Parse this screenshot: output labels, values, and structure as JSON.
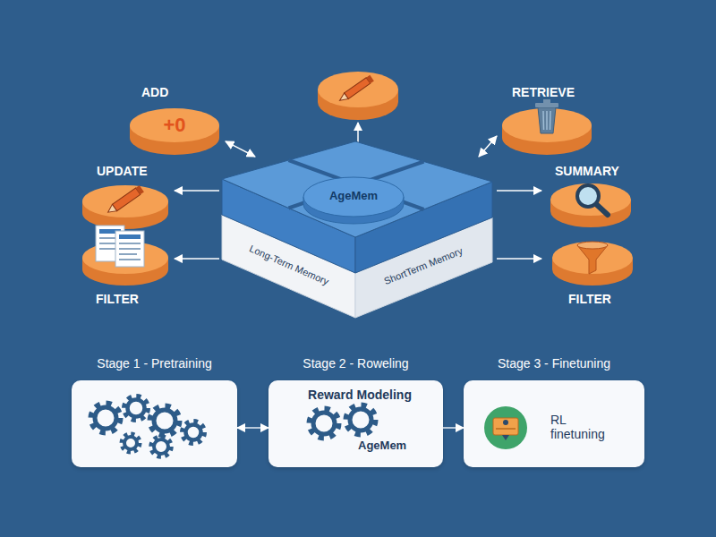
{
  "diagram": {
    "nodes": [
      {
        "text": [
          "ADD",
          "+0"
        ]
      },
      {
        "text": [
          "RETRIEVE"
        ]
      },
      {
        "text": [
          "UPDATE"
        ]
      },
      {
        "text": [
          "Long-Term Memory",
          "ShortTerm Memory"
        ]
      },
      {
        "text": [
          "AgeMem"
        ],
        "in": 3
      },
      {
        "text": [
          "SUMMARY"
        ]
      },
      {
        "text": [
          "FILTER"
        ]
      },
      {
        "text": [
          "FILTER"
        ]
      },
      {
        "text": [
          "Stage 1 - Pretraining"
        ]
      },
      {
        "text": [
          "Stage 2 - Roweling",
          "Reward Modeling",
          "AgeMem"
        ]
      },
      {
        "text": [
          "Stage 3 - Finetuning",
          "RL finetuning"
        ]
      }
    ],
    "edges": [
      {
        "from": 0,
        "to": 3,
        "arrow": "both"
      },
      {
        "from": 1,
        "to": 3,
        "arrow": "both"
      },
      {
        "from": 3,
        "to": 2,
        "arrow": "to"
      },
      {
        "from": 3,
        "to": 5,
        "arrow": "to"
      },
      {
        "from": 3,
        "to": 6,
        "arrow": "to"
      },
      {
        "from": 3,
        "to": 7,
        "arrow": "to"
      },
      {
        "from": 8,
        "to": 9,
        "arrow": "both"
      },
      {
        "from": 9,
        "to": 10,
        "arrow": "to"
      }
    ]
  }
}
